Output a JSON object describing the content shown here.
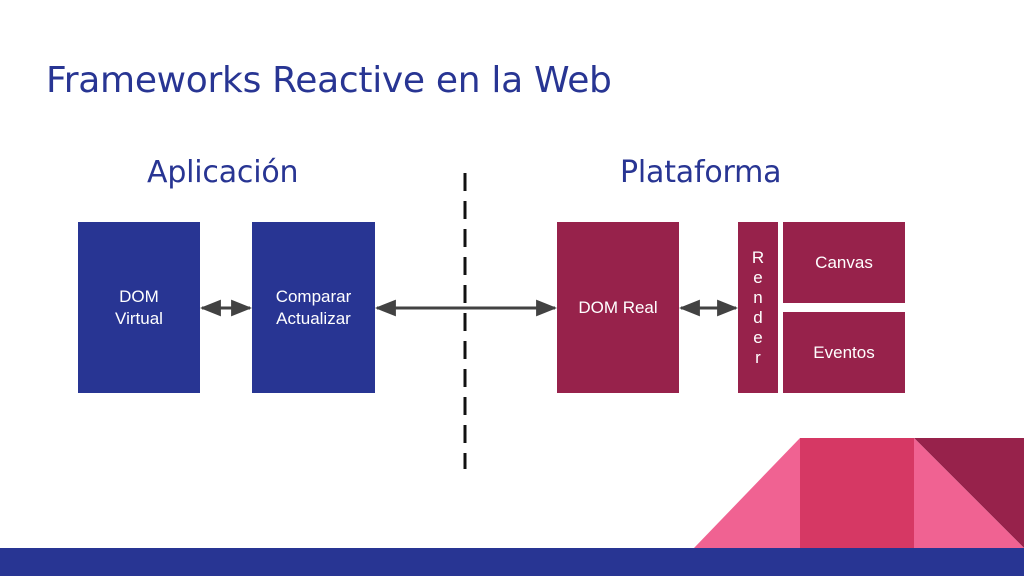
{
  "slide": {
    "title": "Frameworks Reactive en la Web",
    "columns": {
      "left_heading": "Aplicación",
      "right_heading": "Plataforma"
    }
  },
  "diagram": {
    "nodes": {
      "dom_virtual": {
        "line1": "DOM",
        "line2": "Virtual"
      },
      "comparar": {
        "line1": "Comparar",
        "line2": "Actualizar"
      },
      "dom_real": {
        "label": "DOM Real"
      },
      "render": {
        "letters": [
          "R",
          "e",
          "n",
          "d",
          "e",
          "r"
        ]
      },
      "canvas": {
        "label": "Canvas"
      },
      "eventos": {
        "label": "Eventos"
      }
    }
  },
  "colors": {
    "title_blue": "#283593",
    "box_blue": "#283593",
    "box_red": "#97224b",
    "accent_pink": "#f06292",
    "accent_magenta": "#d63864",
    "arrow_gray": "#424242"
  }
}
